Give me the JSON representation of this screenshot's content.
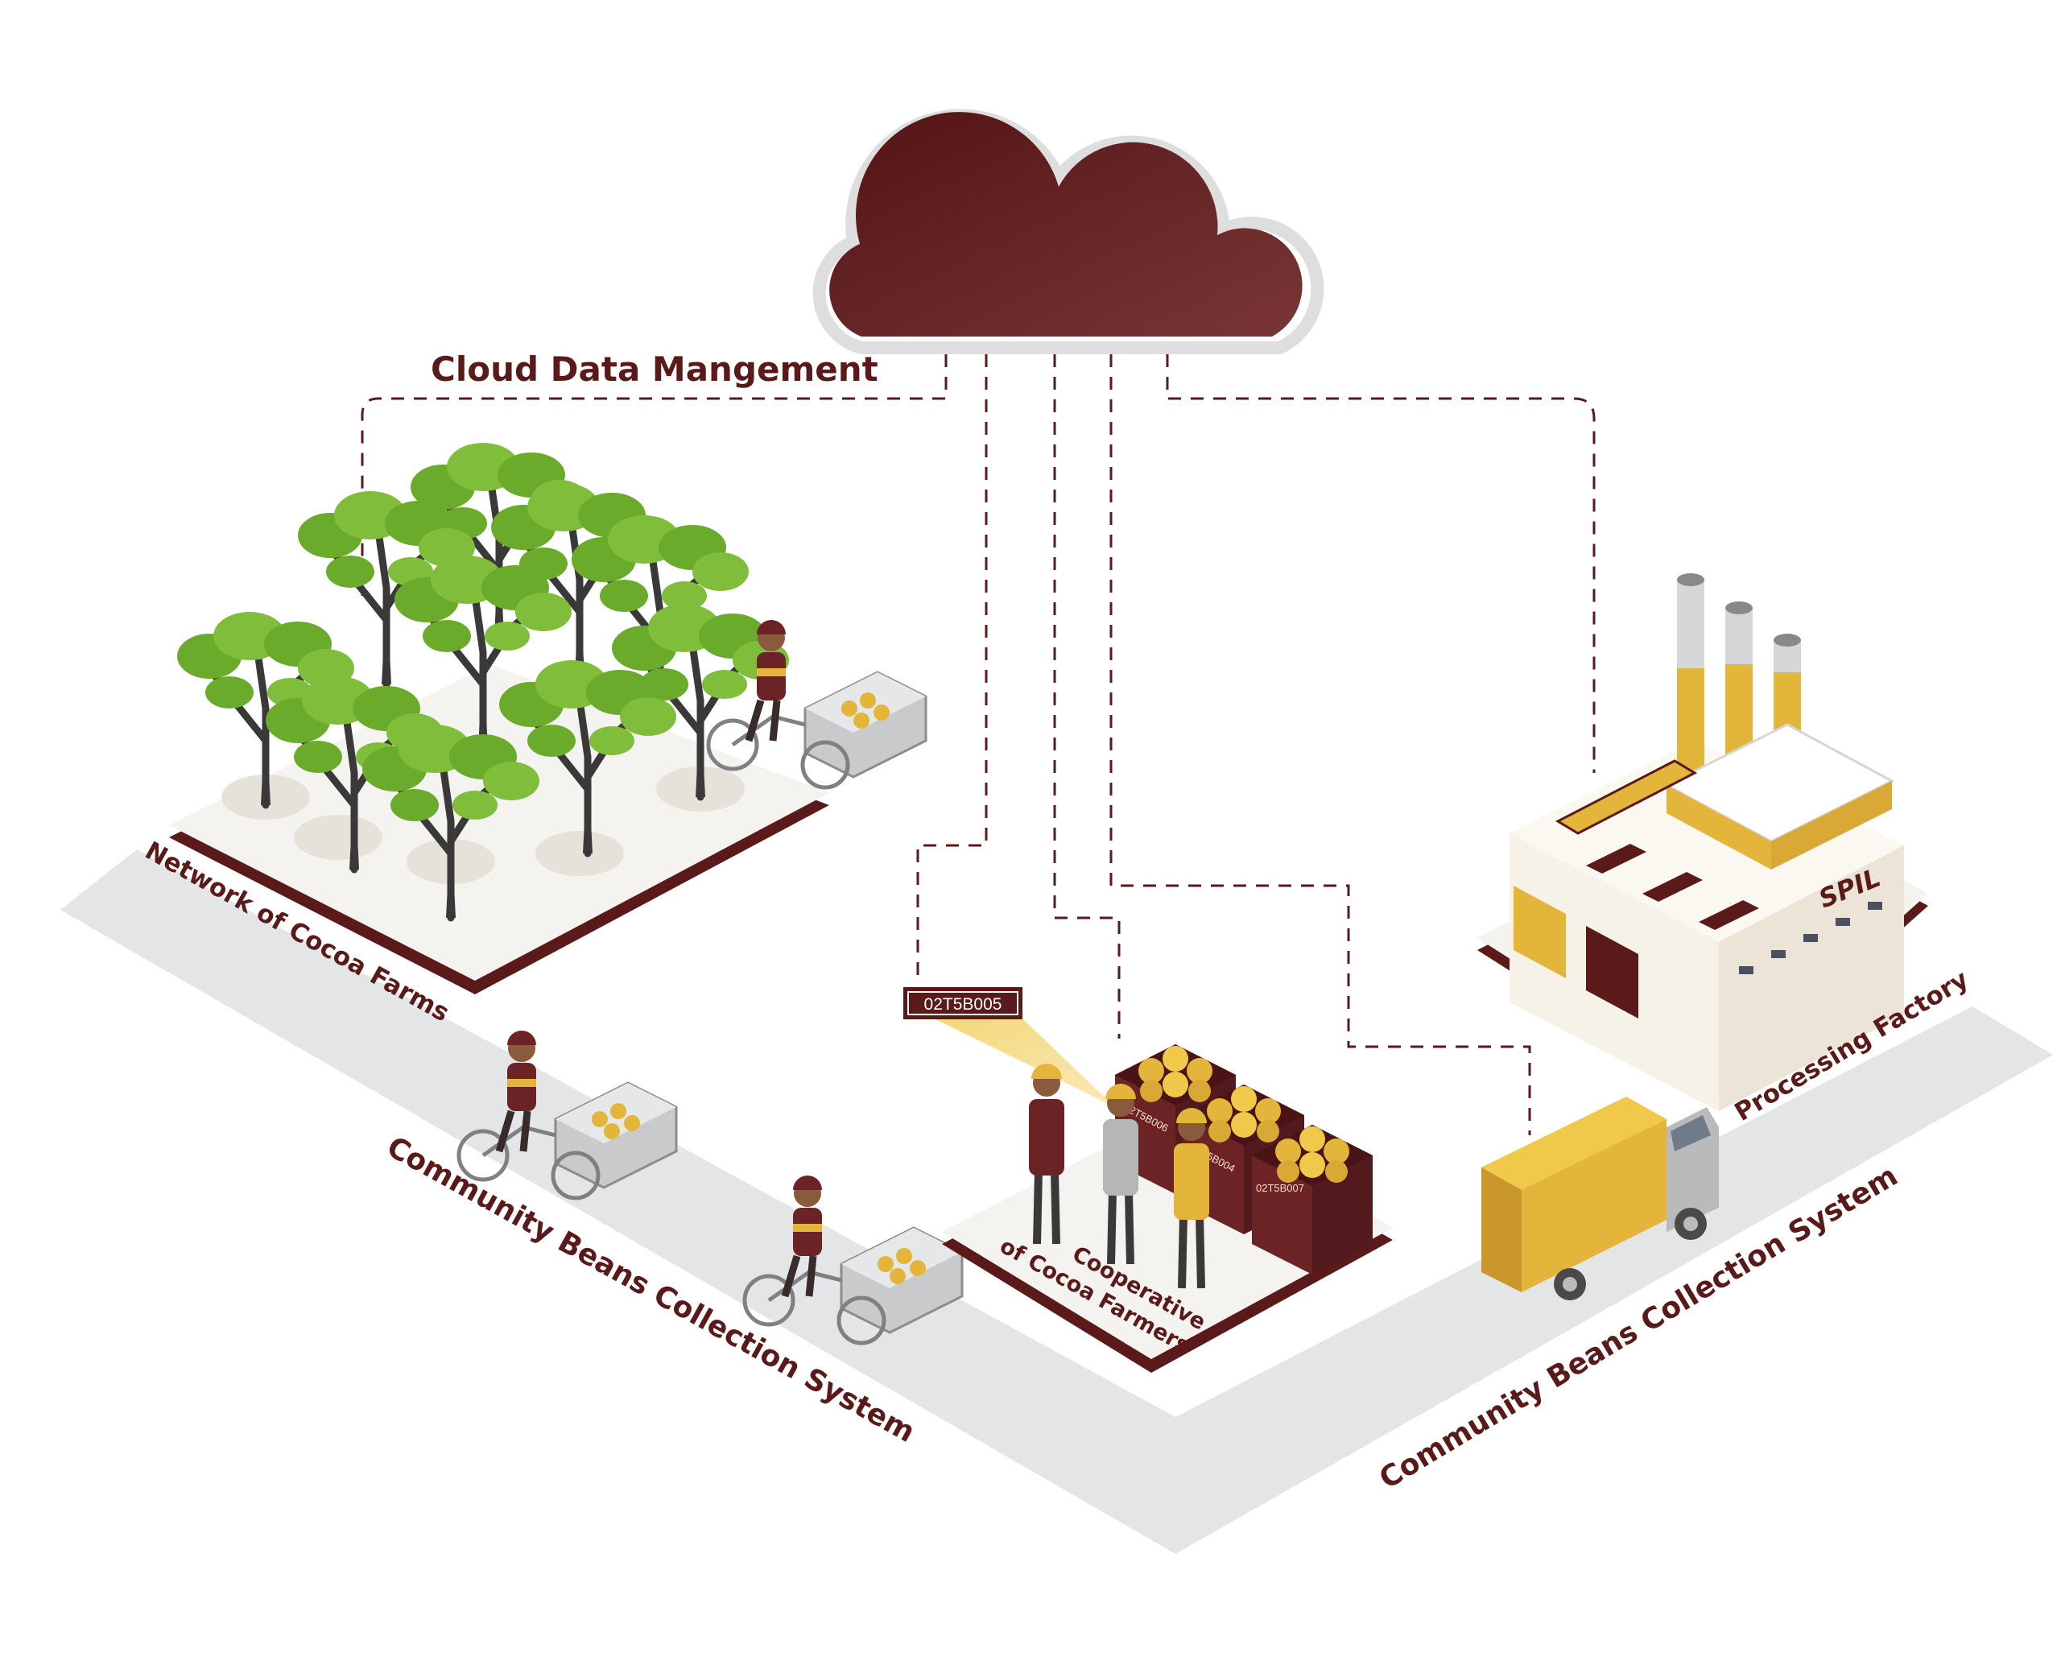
{
  "title": "Cloud Data Mangement",
  "labels": {
    "farms": "Network of Cocoa Farms",
    "collection_left": "Community Beans Collection System",
    "cooperative_line1": "Cooperative",
    "cooperative_line2": "of Cocoa Farmers",
    "factory": "Processing Factory",
    "collection_right": "Community Beans Collection System"
  },
  "tag": "02T5B005",
  "crate_tags": [
    "02T5B006",
    "02T5B004",
    "02T5B007"
  ],
  "factory_sign": "SPIL",
  "colors": {
    "brand": "#5a1a1a",
    "cloud": "#6b2325",
    "road": "#e4e5e7",
    "platform_edge": "#5a1a1a",
    "leaf": "#6aab2c",
    "trunk": "#3a3838",
    "accent": "#e3b53b",
    "tag_bg": "#5a1a1a"
  }
}
